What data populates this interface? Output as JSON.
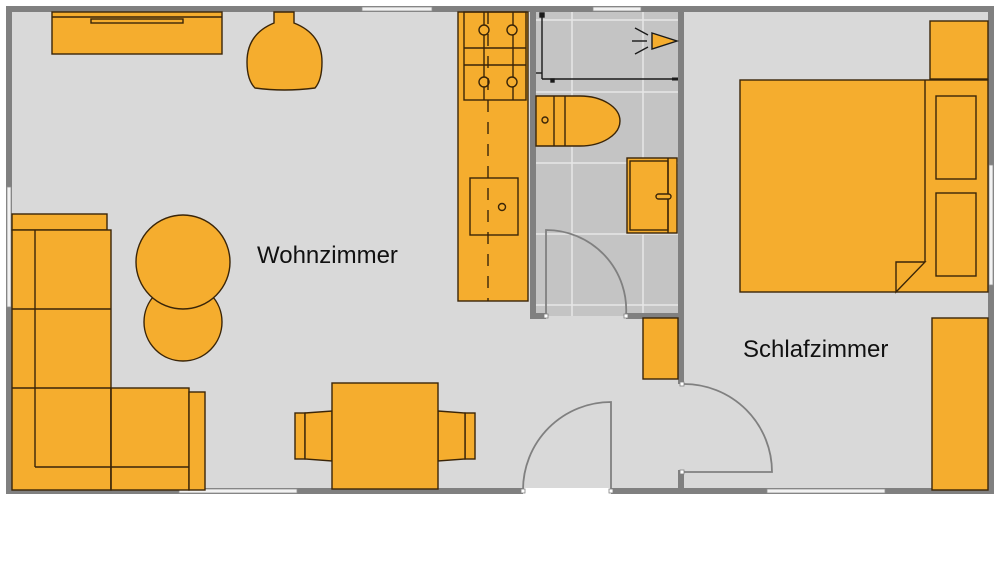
{
  "plan": {
    "type": "floor-plan",
    "colors": {
      "wall": "#808080",
      "floor": "#d9d9d9",
      "bathroom_floor": "#c4c4c4",
      "tile_grout": "#e6e6e6",
      "furniture": "#f5ad2e",
      "furniture_outline": "#3a2508",
      "door_swing": "#808080",
      "window": "#f2f2f2"
    },
    "rooms": [
      {
        "id": "wohnzimmer",
        "label": "Wohnzimmer"
      },
      {
        "id": "schlafzimmer",
        "label": "Schlafzimmer"
      },
      {
        "id": "bad",
        "label": ""
      }
    ],
    "furniture": [
      "sideboard",
      "armchair",
      "corner-sofa",
      "round-table-large",
      "round-table-small",
      "dining-table",
      "dining-chair-left",
      "dining-chair-right",
      "kitchen-counter",
      "stove",
      "kitchen-sink",
      "toilet",
      "washbasin",
      "shower",
      "double-bed",
      "nightstand",
      "wardrobe",
      "cabinet-hall"
    ],
    "doors": [
      "entrance-door",
      "bathroom-door",
      "bedroom-door"
    ],
    "windows": [
      "window-top-living",
      "window-top-bath",
      "window-left",
      "window-right",
      "window-bottom-living",
      "window-bottom-bedroom"
    ]
  }
}
